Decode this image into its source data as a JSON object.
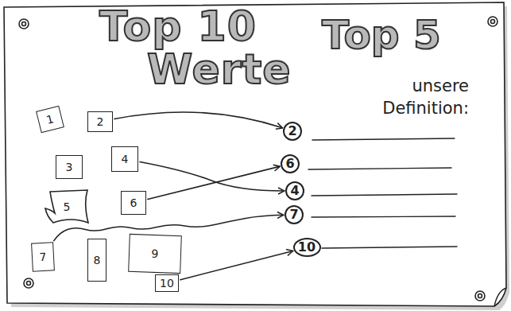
{
  "diagram": {
    "title": "Top 10 Werte",
    "nodes": [
      {
        "text": [
          "1"
        ]
      },
      {
        "text": [
          "2"
        ]
      },
      {
        "text": [
          "3"
        ]
      },
      {
        "text": [
          "4"
        ]
      },
      {
        "text": [
          "5"
        ]
      },
      {
        "text": [
          "6"
        ]
      },
      {
        "text": [
          "7"
        ]
      },
      {
        "text": [
          "8"
        ]
      },
      {
        "text": [
          "9"
        ]
      },
      {
        "text": [
          "10"
        ]
      },
      {
        "text": [
          "2"
        ]
      },
      {
        "text": [
          "6"
        ]
      },
      {
        "text": [
          "4"
        ]
      },
      {
        "text": [
          "7"
        ]
      },
      {
        "text": [
          "10"
        ]
      }
    ],
    "edges": [
      {
        "from": 1,
        "to": 10,
        "arrow": "to"
      },
      {
        "from": 3,
        "to": 12,
        "arrow": "to"
      },
      {
        "from": 5,
        "to": 11,
        "arrow": "to"
      },
      {
        "from": 6,
        "to": 13,
        "arrow": "to"
      },
      {
        "from": 9,
        "to": 14,
        "arrow": "to"
      }
    ],
    "labels": [
      "Top 5",
      "unsere Definition:"
    ]
  }
}
